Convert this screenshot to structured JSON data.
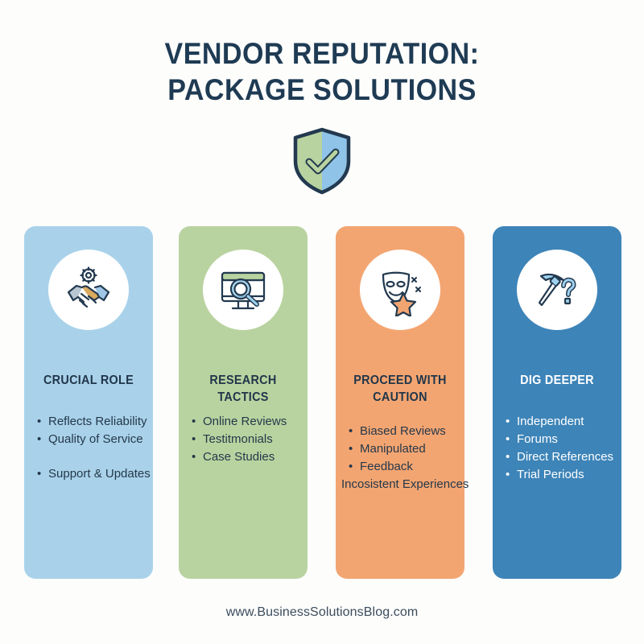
{
  "title": {
    "line1": "VENDOR REPUTATION:",
    "line2": "PACKAGE SOLUTIONS"
  },
  "hero_icon": {
    "name": "shield-check-icon",
    "left_half_color": "#b9d3a0",
    "right_half_color": "#8fc3e8",
    "outline_color": "#22394f",
    "check_color": "#b9d3a0"
  },
  "colors": {
    "background": "#fdfdfc",
    "title_text": "#1f3b54",
    "body_text": "#25384a",
    "card1_bg": "#a9d2ea",
    "card2_bg": "#b9d3a0",
    "card3_bg": "#f3a571",
    "card4_bg": "#3d84b8",
    "card4_text": "#ffffff",
    "icon_circle_bg": "#ffffff",
    "footer_text": "#3c4c5c"
  },
  "cards": [
    {
      "icon": "handshake-gear-icon",
      "heading": "CRUCIAL ROLE",
      "bullets": [
        {
          "text": "Reflects Reliability",
          "bulleted": true,
          "spaced": false
        },
        {
          "text": "Quality of Service",
          "bulleted": true,
          "spaced": false
        },
        {
          "text": "Support & Updates",
          "bulleted": true,
          "spaced": true
        }
      ]
    },
    {
      "icon": "monitor-magnifier-icon",
      "heading": "RESEARCH TACTICS",
      "bullets": [
        {
          "text": "Online Reviews",
          "bulleted": true,
          "spaced": false
        },
        {
          "text": "Testitmonials",
          "bulleted": true,
          "spaced": false
        },
        {
          "text": "Case Studies",
          "bulleted": true,
          "spaced": false
        }
      ]
    },
    {
      "icon": "theater-mask-star-icon",
      "heading": "PROCEED WITH CAUTION",
      "bullets": [
        {
          "text": "Biased Reviews",
          "bulleted": true,
          "spaced": false
        },
        {
          "text": "Manipulated",
          "bulleted": true,
          "spaced": false
        },
        {
          "text": "Feedback",
          "bulleted": true,
          "spaced": false
        },
        {
          "text": "Incosistent Experiences",
          "bulleted": false,
          "spaced": false
        }
      ]
    },
    {
      "icon": "pickaxe-question-icon",
      "heading": "DIG DEEPER",
      "bullets": [
        {
          "text": "Independent",
          "bulleted": true,
          "spaced": false
        },
        {
          "text": "Forums",
          "bulleted": true,
          "spaced": false
        },
        {
          "text": "Direct References",
          "bulleted": true,
          "spaced": false
        },
        {
          "text": "Trial Periods",
          "bulleted": true,
          "spaced": false
        }
      ]
    }
  ],
  "footer": {
    "url": "www.BusinessSolutionsBlog.com"
  }
}
